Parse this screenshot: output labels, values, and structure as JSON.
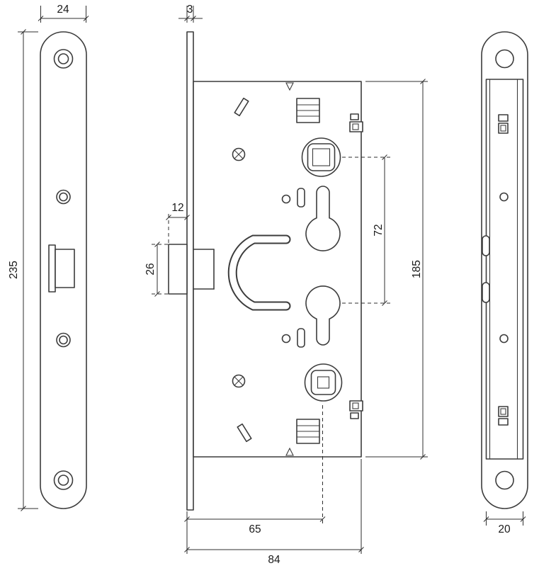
{
  "diagram": {
    "type": "technical-drawing",
    "subject": "mortise-lock-three-views",
    "line_color": "#3c3c3c",
    "dim_color": "#2f2f2f",
    "views": [
      "faceplate-front-view",
      "lock-body-side-view",
      "faceplate-edge-view"
    ],
    "dimensions": {
      "faceplate_width": "24",
      "faceplate_thickness": "3",
      "faceplate_length": "235",
      "latch_projection": "12",
      "latch_height": "26",
      "handle_to_cylinder": "72",
      "case_height": "185",
      "backset": "65",
      "case_depth": "84",
      "edge_width": "20"
    }
  }
}
